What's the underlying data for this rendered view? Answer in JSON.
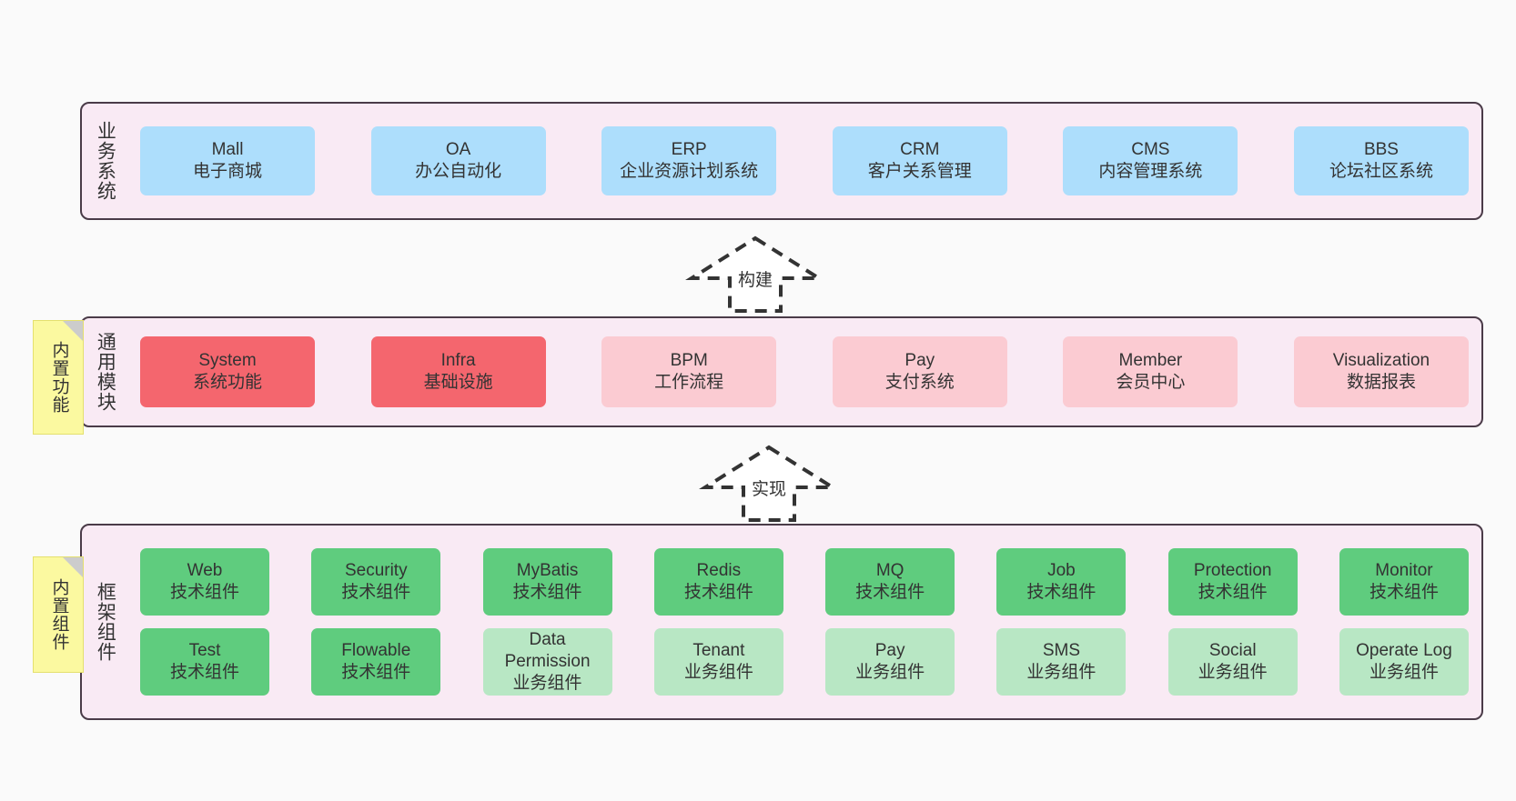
{
  "diagram": {
    "background": "#fafafa",
    "container_fill": "#f9eaf4",
    "container_border": "#4a3b48"
  },
  "layers": [
    {
      "id": "business-systems",
      "title": "业务系统",
      "card_color": "#addefc",
      "cards": [
        {
          "en": "Mall",
          "cn": "电子商城"
        },
        {
          "en": "OA",
          "cn": "办公自动化"
        },
        {
          "en": "ERP",
          "cn": "企业资源计划系统"
        },
        {
          "en": "CRM",
          "cn": "客户关系管理"
        },
        {
          "en": "CMS",
          "cn": "内容管理系统"
        },
        {
          "en": "BBS",
          "cn": "论坛社区系统"
        }
      ]
    },
    {
      "id": "common-modules",
      "title": "通用模块",
      "sticky": "内置功能",
      "card_color_strong": "#f4666e",
      "card_color_soft": "#fbcbd2",
      "cards": [
        {
          "en": "System",
          "cn": "系统功能",
          "tone": "strong"
        },
        {
          "en": "Infra",
          "cn": "基础设施",
          "tone": "strong"
        },
        {
          "en": "BPM",
          "cn": "工作流程",
          "tone": "soft"
        },
        {
          "en": "Pay",
          "cn": "支付系统",
          "tone": "soft"
        },
        {
          "en": "Member",
          "cn": "会员中心",
          "tone": "soft"
        },
        {
          "en": "Visualization",
          "cn": "数据报表",
          "tone": "soft"
        }
      ]
    },
    {
      "id": "framework-components",
      "title": "框架组件",
      "sticky": "内置组件",
      "card_color_tech": "#5fcc7e",
      "card_color_biz": "#b8e7c4",
      "row1": [
        {
          "en": "Web",
          "cn": "技术组件"
        },
        {
          "en": "Security",
          "cn": "技术组件"
        },
        {
          "en": "MyBatis",
          "cn": "技术组件"
        },
        {
          "en": "Redis",
          "cn": "技术组件"
        },
        {
          "en": "MQ",
          "cn": "技术组件"
        },
        {
          "en": "Job",
          "cn": "技术组件"
        },
        {
          "en": "Protection",
          "cn": "技术组件"
        },
        {
          "en": "Monitor",
          "cn": "技术组件"
        }
      ],
      "row2": [
        {
          "en": "Test",
          "cn": "技术组件",
          "tone": "tech"
        },
        {
          "en": "Flowable",
          "cn": "技术组件",
          "tone": "tech"
        },
        {
          "en": "Data Permission",
          "cn": "业务组件",
          "tone": "biz",
          "wrap": true
        },
        {
          "en": "Tenant",
          "cn": "业务组件",
          "tone": "biz"
        },
        {
          "en": "Pay",
          "cn": "业务组件",
          "tone": "biz"
        },
        {
          "en": "SMS",
          "cn": "业务组件",
          "tone": "biz"
        },
        {
          "en": "Social",
          "cn": "业务组件",
          "tone": "biz"
        },
        {
          "en": "Operate Log",
          "cn": "业务组件",
          "tone": "biz"
        }
      ]
    }
  ],
  "connectors": [
    {
      "id": "build",
      "label": "构建"
    },
    {
      "id": "implement",
      "label": "实现"
    }
  ]
}
